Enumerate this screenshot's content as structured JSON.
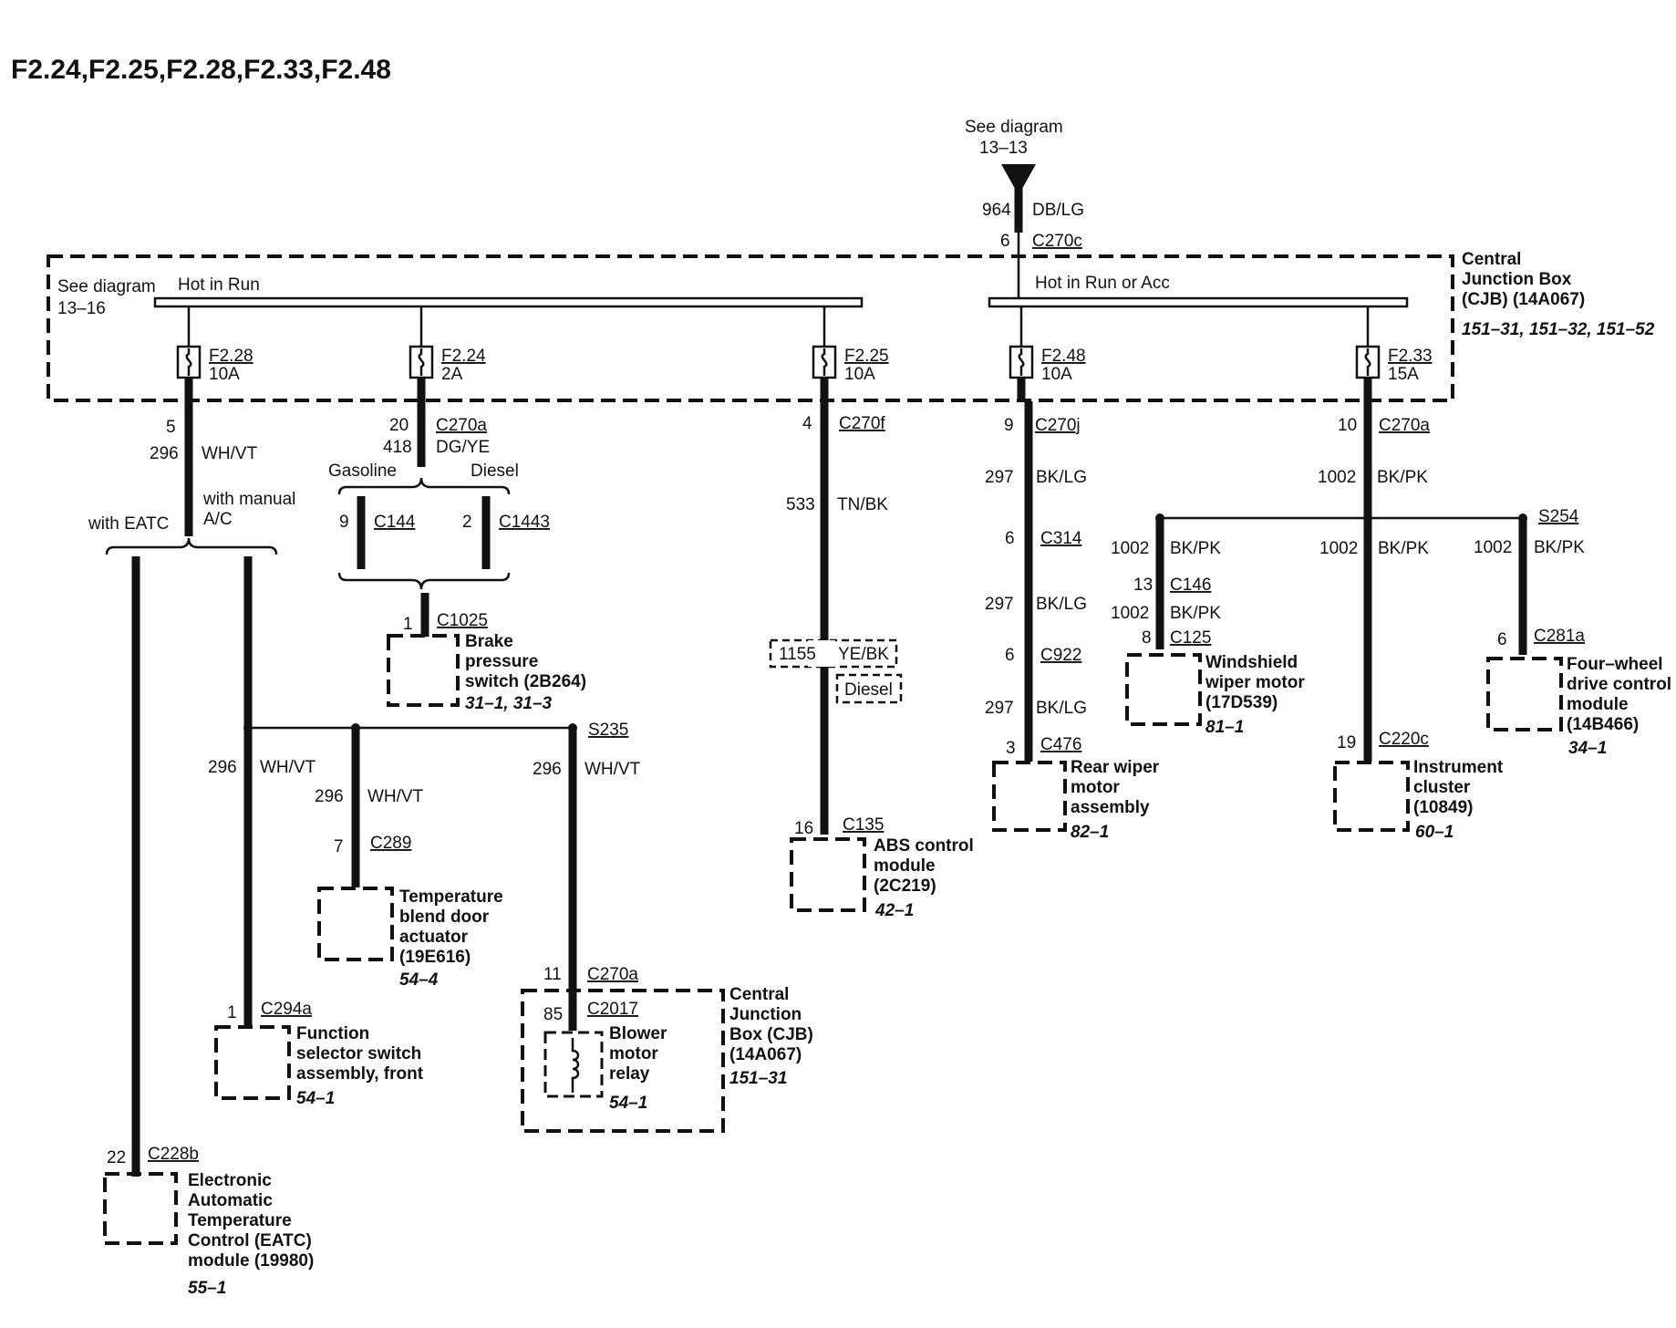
{
  "title": "F2.24,F2.25,F2.28,F2.33,F2.48",
  "top_feed": {
    "see": "See diagram",
    "ref": "13–13",
    "circuit": "964",
    "color": "DB/LG",
    "pin": "6",
    "connector": "C270c"
  },
  "cjb": {
    "name": "Central",
    "name2": "Junction Box",
    "name3": "(CJB) (14A067)",
    "refs": "151–31, 151–32, 151–52",
    "left_see": "See diagram",
    "left_ref": "13–16",
    "bus_left": "Hot in Run",
    "bus_right": "Hot in Run or Acc"
  },
  "fuses": [
    {
      "id": "F2.28",
      "amp": "10A"
    },
    {
      "id": "F2.24",
      "amp": "2A"
    },
    {
      "id": "F2.25",
      "amp": "10A"
    },
    {
      "id": "F2.48",
      "amp": "10A"
    },
    {
      "id": "F2.33",
      "amp": "15A"
    }
  ],
  "f228": {
    "pin": "5",
    "circuit": "296",
    "color": "WH/VT",
    "manual": "with manual",
    "manual2": "A/C",
    "eatc": "with EATC",
    "s_circuit1": "296",
    "s_color1": "WH/VT",
    "s_circuit2": "296",
    "s_color2": "WH/VT",
    "s_circuit3": "296",
    "s_color3": "WH/VT",
    "splice": "S235"
  },
  "f224": {
    "pin": "20",
    "connector": "C270a",
    "circuit": "418",
    "color": "DG/YE",
    "gas": "Gasoline",
    "diesel": "Diesel",
    "pin_g": "9",
    "conn_g": "C144",
    "pin_d": "2",
    "conn_d": "C1443",
    "pin_b": "1",
    "conn_b": "C1025"
  },
  "f225": {
    "pin": "4",
    "connector": "C270f",
    "circuit": "533",
    "color": "TN/BK",
    "alt_circuit": "1155",
    "alt_color": "YE/BK",
    "alt_note": "Diesel",
    "end_pin": "16",
    "end_conn": "C135"
  },
  "f248": {
    "pin": "9",
    "connector": "C270j",
    "circuit": "297",
    "color": "BK/LG",
    "p1": "6",
    "c1": "C314",
    "circuit2": "297",
    "color2": "BK/LG",
    "p2": "6",
    "c2": "C922",
    "circuit3": "297",
    "color3": "BK/LG",
    "end_pin": "3",
    "end_conn": "C476"
  },
  "f233": {
    "pin": "10",
    "connector": "C270a",
    "circuit": "1002",
    "color": "BK/PK",
    "splice": "S254",
    "l_circuit": "1002",
    "l_color": "BK/PK",
    "l_pin": "13",
    "l_conn": "C146",
    "l_circuit2": "1002",
    "l_color2": "BK/PK",
    "l_pin2": "8",
    "l_conn2": "C125",
    "m_circuit": "1002",
    "m_color": "BK/PK",
    "m_pin": "19",
    "m_conn": "C220c",
    "r_circuit": "1002",
    "r_color": "BK/PK",
    "r_pin": "6",
    "r_conn": "C281a"
  },
  "components": {
    "brake": {
      "lines": [
        "Brake",
        "pressure",
        "switch (2B264)"
      ],
      "ref": "31–1, 31–3"
    },
    "abs": {
      "lines": [
        "ABS control",
        "module",
        "(2C219)"
      ],
      "ref": "42–1"
    },
    "rear_wiper": {
      "lines": [
        "Rear wiper",
        "motor",
        "assembly"
      ],
      "ref": "82–1"
    },
    "windshield": {
      "lines": [
        "Windshield",
        "wiper motor",
        "(17D539)"
      ],
      "ref": "81–1"
    },
    "cluster": {
      "lines": [
        "Instrument",
        "cluster",
        "(10849)"
      ],
      "ref": "60–1"
    },
    "fourwd": {
      "lines": [
        "Four–wheel",
        "drive control",
        "module",
        "(14B466)"
      ],
      "ref": "34–1"
    },
    "temp_blend": {
      "pin": "7",
      "conn": "C289",
      "lines": [
        "Temperature",
        "blend door",
        "actuator",
        "(19E616)"
      ],
      "ref": "54–4"
    },
    "function_sel": {
      "pin": "1",
      "conn": "C294a",
      "lines": [
        "Function",
        "selector switch",
        "assembly, front"
      ],
      "ref": "54–1"
    },
    "blower_cjb": {
      "pin": "11",
      "conn": "C270a",
      "pin2": "85",
      "conn2": "C2017",
      "relay_lines": [
        "Blower",
        "motor",
        "relay"
      ],
      "relay_ref": "54–1",
      "box_lines": [
        "Central",
        "Junction",
        "Box (CJB)",
        "(14A067)"
      ],
      "box_ref": "151–31"
    },
    "eatc": {
      "pin": "22",
      "conn": "C228b",
      "lines": [
        "Electronic",
        "Automatic",
        "Temperature",
        "Control (EATC)",
        "module (19980)"
      ],
      "ref": "55–1"
    }
  }
}
